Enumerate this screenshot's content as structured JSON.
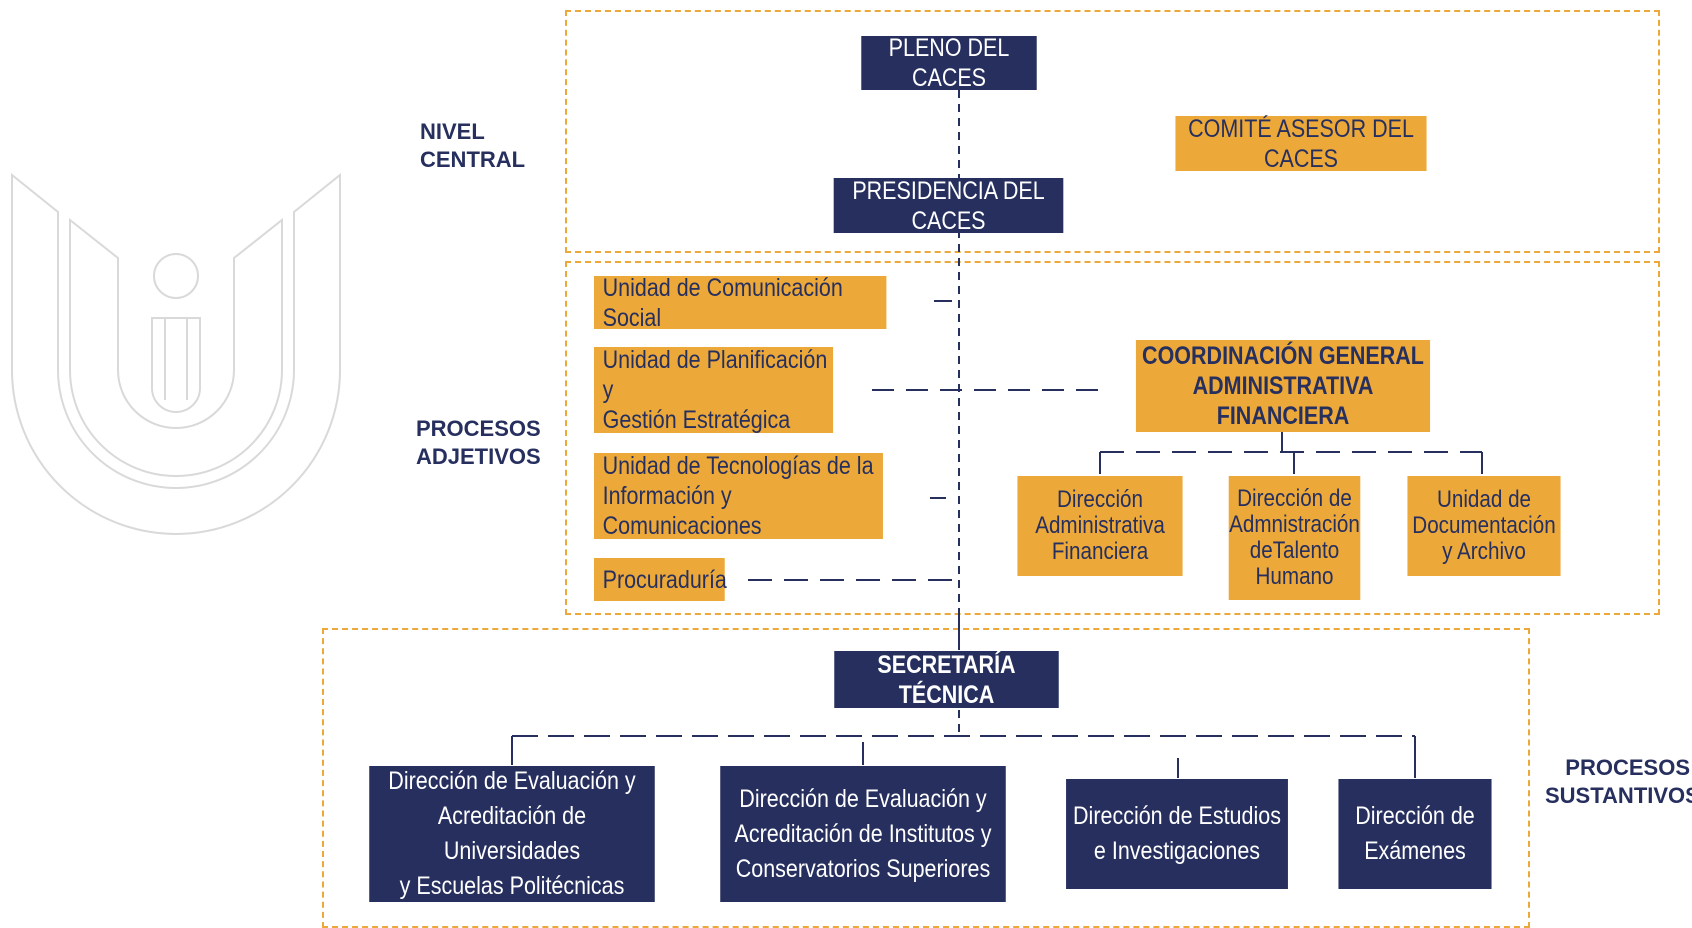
{
  "sections": {
    "central": "NIVEL\nCENTRAL",
    "adjetivos": "PROCESOS\nADJETIVOS",
    "sustantivos": "PROCESOS\nSUSTANTIVOS"
  },
  "central": {
    "pleno": "PLENO DEL CACES",
    "comite": "COMITÉ ASESOR DEL CACES",
    "presidencia": "PRESIDENCIA DEL CACES"
  },
  "adjetivos": {
    "comunicacion": "Unidad de Comunicación Social",
    "planificacion": "Unidad de Planificación y\nGestión Estratégica",
    "tecnologias": "Unidad de Tecnologías de la\nInformación y Comunicaciones",
    "procuraduria": "Procuraduría",
    "coordinacion": "COORDINACIÓN GENERAL\nADMINISTRATIVA FINANCIERA",
    "dir_admin": "Dirección\nAdministrativa\nFinanciera",
    "dir_talento": "Dirección de\nAdmnistración\ndeTalento\nHumano",
    "unidad_doc": "Unidad de\nDocumentación\ny Archivo"
  },
  "sustantivos": {
    "secretaria": "SECRETARÍA TÉCNICA",
    "dir_universidades": "Dirección de Evaluación y\nAcreditación de Universidades\ny Escuelas Politécnicas",
    "dir_institutos": "Dirección de Evaluación y\nAcreditación de Institutos y\nConservatorios Superiores",
    "dir_estudios": "Dirección de Estudios\ne Investigaciones",
    "dir_examenes": "Dirección de\nExámenes"
  },
  "colors": {
    "navy": "#262f5e",
    "gold": "#eca93a",
    "logo_outline": "#d9d9d9"
  }
}
